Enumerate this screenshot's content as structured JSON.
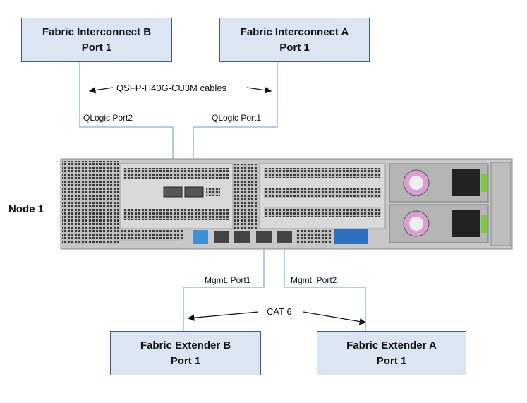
{
  "boxes": {
    "fi_b": {
      "line1": "Fabric Interconnect B",
      "line2": "Port 1"
    },
    "fi_a": {
      "line1": "Fabric Interconnect A",
      "line2": "Port 1"
    },
    "fe_b": {
      "line1": "Fabric Extender B",
      "line2": "Port 1"
    },
    "fe_a": {
      "line1": "Fabric Extender A",
      "line2": "Port 1"
    }
  },
  "labels": {
    "qsfp_cables": "QSFP-H40G-CU3M cables",
    "qlogic_port2": "QLogic Port2",
    "qlogic_port1": "QLogic Port1",
    "node": "Node 1",
    "mgmt_port1": "Mgmt. Port1",
    "mgmt_port2": "Mgmt. Port2",
    "cat6": "CAT 6"
  },
  "colors": {
    "box_fill": "#dce6f2",
    "box_border": "#3b5f8a",
    "wire": "#7fb2d9",
    "server_chassis": "#c8c8c8"
  }
}
